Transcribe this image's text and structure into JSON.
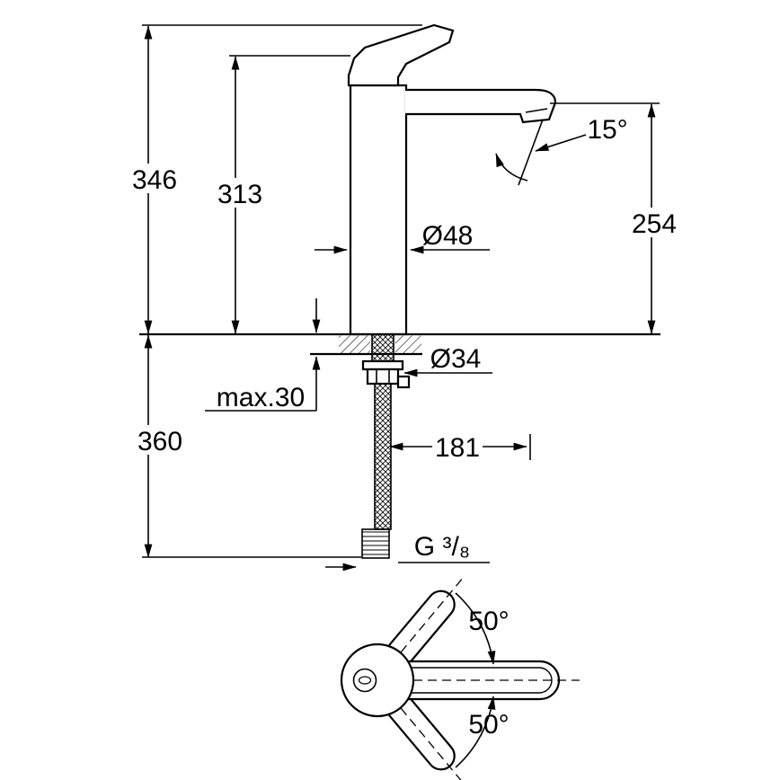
{
  "page": {
    "bg": "#ffffff",
    "ink": "#000000"
  },
  "labels": {
    "total_height": "346",
    "body_height": "313",
    "spout_angle": "15°",
    "spout_outlet_height": "254",
    "body_diameter": "Ø48",
    "mounting_hole_diameter": "Ø34",
    "max_deck_thickness": "max.30",
    "hose_length": "360",
    "spout_reach": "181",
    "thread_size": "G ³/₈",
    "handle_swivel_upper": "50°",
    "handle_swivel_lower": "50°"
  }
}
